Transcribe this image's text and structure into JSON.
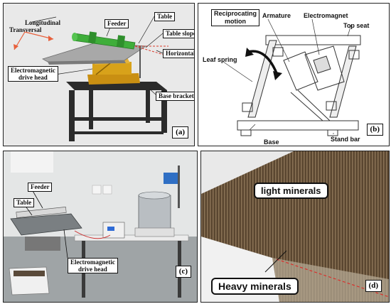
{
  "panel_a": {
    "letter": "(a)",
    "labels": {
      "longitudinal": "Longitudinal",
      "transversal": "Transversal",
      "feeder": "Feeder",
      "table": "Table",
      "table_slope": "Table slope",
      "horizontal": "Horizontal",
      "em_drive_head": "Electromagnetic\ndrive head",
      "base_bracket": "Base bracket"
    },
    "colors": {
      "feeder": "#3fae3a",
      "drive_head": "#d8a21a",
      "table": "#9a9a9a",
      "base": "#2b2b2b",
      "arrows": "#e8603c"
    }
  },
  "panel_b": {
    "letter": "(b)",
    "labels": {
      "reciprocating_motion": "Reciprocating\nmotion",
      "armature": "Armature",
      "electromagnet": "Electromagnet",
      "top_seat": "Top seat",
      "leaf_spring": "Leaf spring",
      "base": "Base",
      "stand_bar": "Stand bar"
    }
  },
  "panel_c": {
    "letter": "(c)",
    "labels": {
      "feeder": "Feeder",
      "table": "Table",
      "em_drive_head": "Electromagnetic\ndrive head"
    }
  },
  "panel_d": {
    "letter": "(d)",
    "labels": {
      "light_minerals": "light minerals",
      "heavy_minerals": "Heavy minerals"
    },
    "colors": {
      "divider": "#d9302c"
    }
  }
}
